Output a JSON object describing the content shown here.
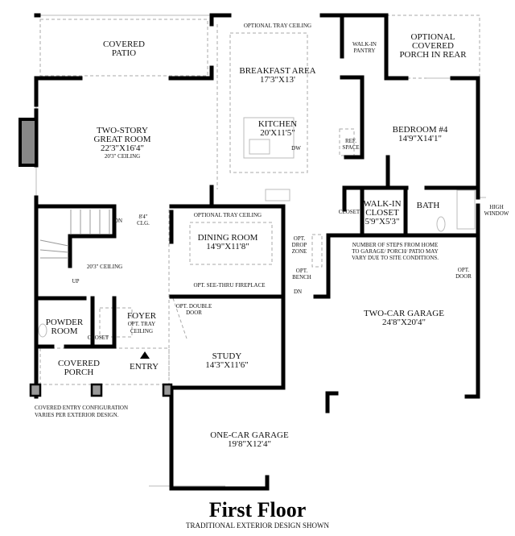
{
  "plan": {
    "title": "First Floor",
    "subtitle": "TRADITIONAL EXTERIOR DESIGN SHOWN",
    "entry_note": [
      "COVERED ENTRY CONFIGURATION",
      "VARIES PER EXTERIOR DESIGN."
    ],
    "steps_note": [
      "NUMBER OF STEPS FROM HOME",
      "TO GARAGE/ PORCH/ PATIO MAY",
      "VARY DUE TO SITE CONDITIONS."
    ]
  },
  "rooms": {
    "covered_patio": [
      "COVERED",
      "PATIO"
    ],
    "great_room": {
      "name": [
        "TWO-STORY",
        "GREAT ROOM"
      ],
      "size": "22'3\"X16'4\"",
      "ceiling": "20'3\" CEILING"
    },
    "breakfast": {
      "tray": "OPTIONAL TRAY CEILING",
      "name": "BREAKFAST AREA",
      "size": "17'3\"X13'"
    },
    "kitchen": {
      "name": "KITCHEN",
      "size": "20'X11'5\"",
      "dw": "DW"
    },
    "pantry": [
      "WALK-IN",
      "PANTRY"
    ],
    "rear_porch": [
      "OPTIONAL",
      "COVERED",
      "PORCH IN REAR"
    ],
    "ref_space": [
      "REF.",
      "SPACE"
    ],
    "bedroom4": {
      "name": "BEDROOM #4",
      "size": "14'9\"X14'1\""
    },
    "closet_hall": "CLOSET",
    "walkin_closet": {
      "name": [
        "WALK-IN",
        "CLOSET"
      ],
      "size": "5'9\"X5'3\""
    },
    "bath": "BATH",
    "high_window": [
      "HIGH",
      "WINDOW"
    ],
    "stair": {
      "dn": "DN",
      "clg": [
        "8'4\"",
        "CLG."
      ],
      "ceiling": "20'3\" CEILING",
      "up": "UP"
    },
    "dining": {
      "tray": "OPTIONAL TRAY CEILING",
      "name": "DINING ROOM",
      "size": "14'9\"X11'8\"",
      "fireplace": "OPT. SEE-THRU FIREPLACE"
    },
    "drop_zone": [
      "OPT.",
      "DROP",
      "ZONE"
    ],
    "bench": [
      "OPT.",
      "BENCH"
    ],
    "dn2": "DN",
    "opt_door": [
      "OPT.",
      "DOOR"
    ],
    "two_car": {
      "name": "TWO-CAR GARAGE",
      "size": "24'8\"X20'4\""
    },
    "powder": [
      "POWDER",
      "ROOM"
    ],
    "closet_powder": "CLOSET",
    "foyer": {
      "name": "FOYER",
      "tray": [
        "OPT. TRAY",
        "CEILING"
      ]
    },
    "double_door": [
      "OPT. DOUBLE",
      "DOOR"
    ],
    "study": {
      "name": "STUDY",
      "size": "14'3\"X11'6\""
    },
    "covered_porch": [
      "COVERED",
      "PORCH"
    ],
    "entry": "ENTRY",
    "one_car": {
      "name": "ONE-CAR GARAGE",
      "size": "19'8\"X12'4\""
    }
  }
}
